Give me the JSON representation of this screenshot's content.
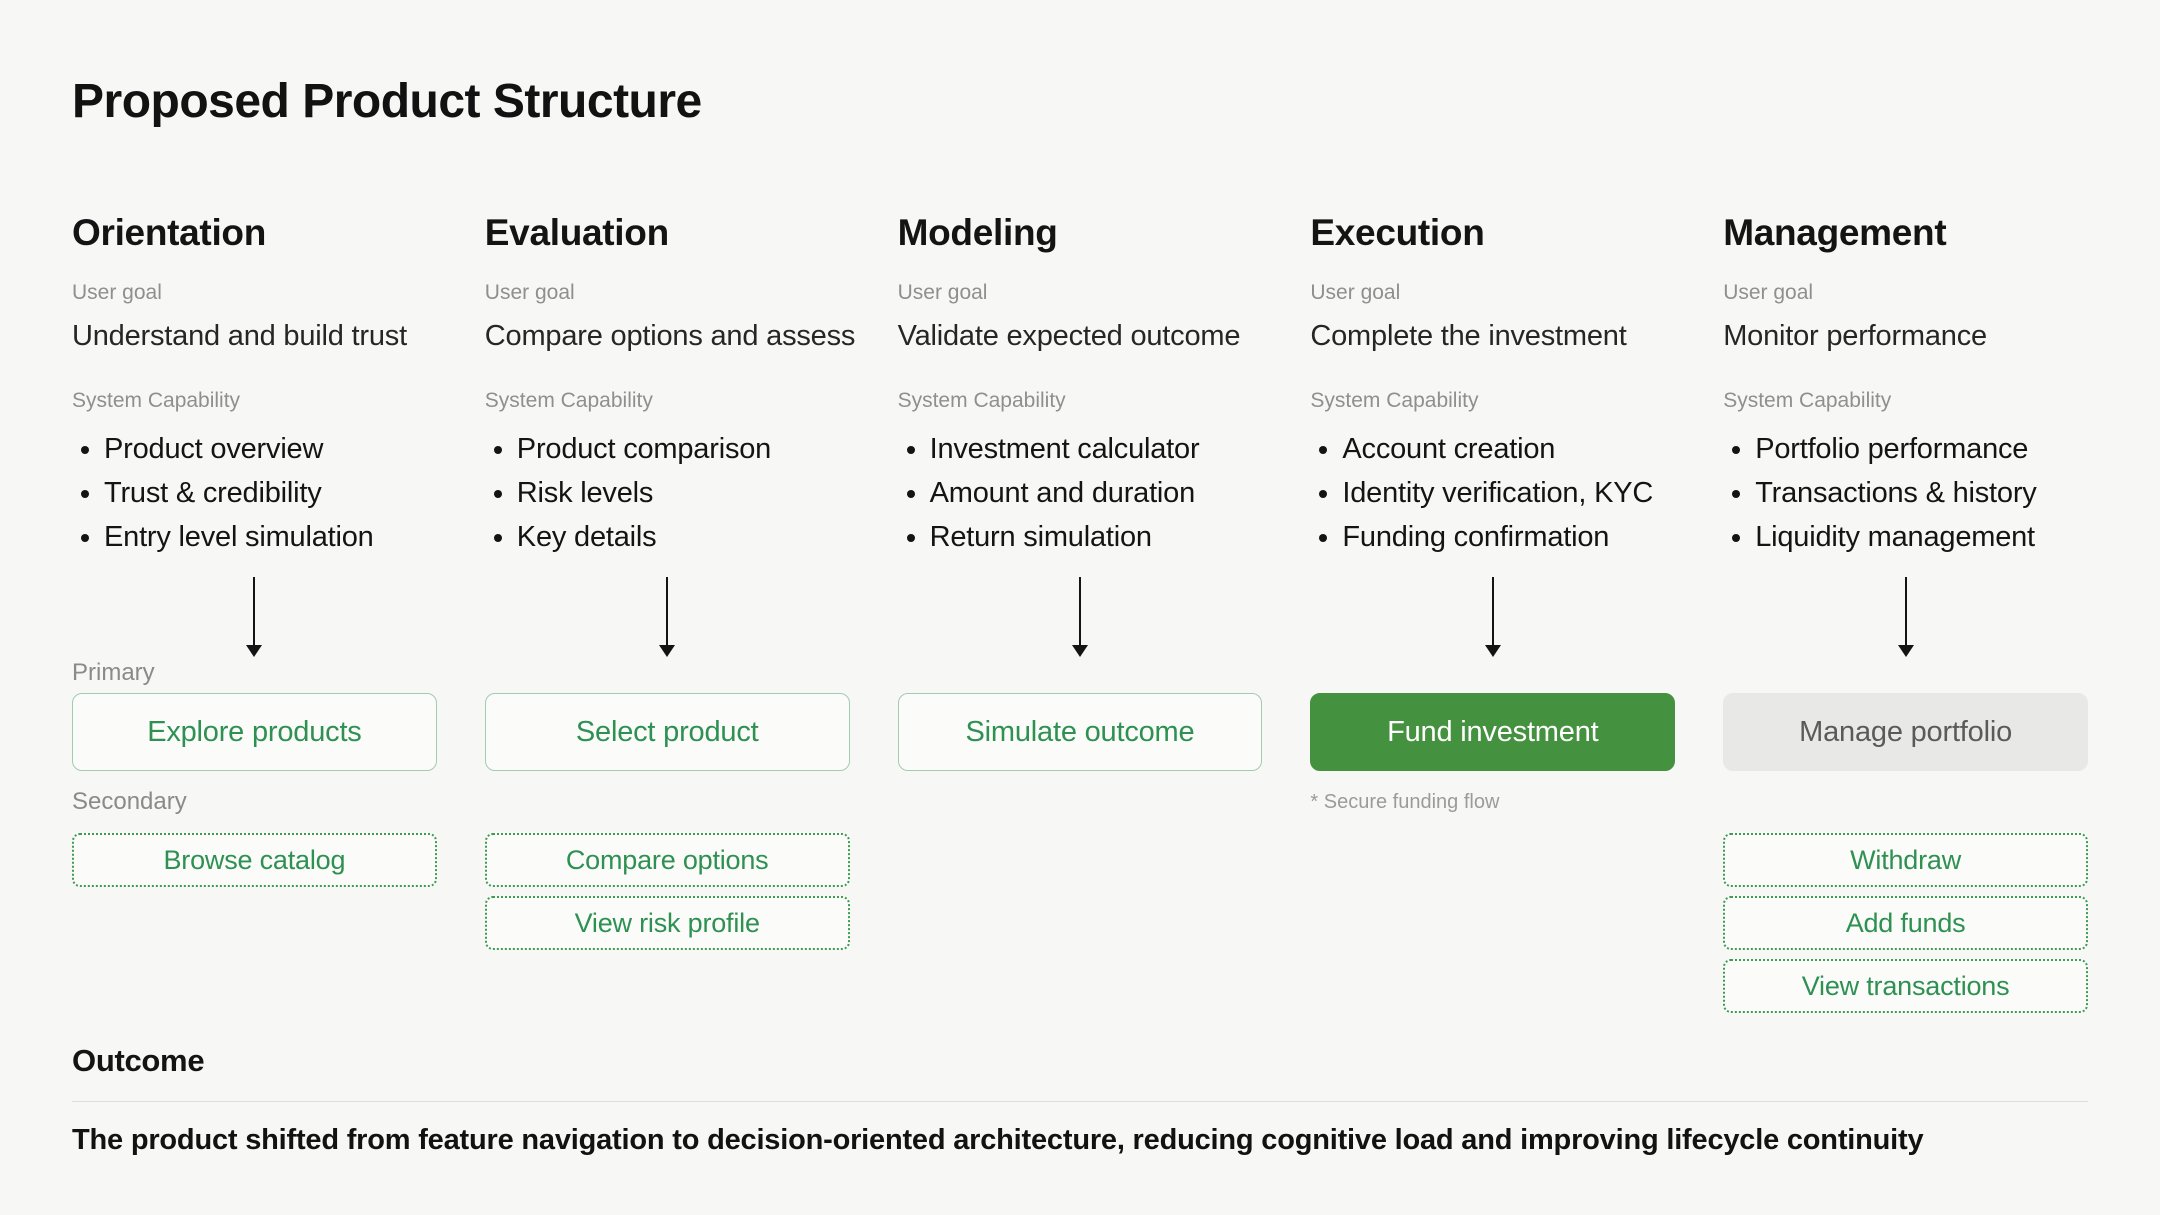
{
  "page": {
    "title": "Proposed Product Structure"
  },
  "colors": {
    "background": "#f7f7f5",
    "accent_green_text": "#2e9152",
    "accent_green_fill": "#44923f",
    "outline_border_green": "#a3cbae",
    "dotted_border_green": "#3c9c52",
    "gray_button_bg": "#e8e8e7",
    "muted_label_gray": "#8f8f8f"
  },
  "labels": {
    "user_goal": "User goal",
    "system_capability": "System Capability",
    "primary": "Primary",
    "secondary": "Secondary"
  },
  "columns": [
    {
      "title": "Orientation",
      "goal": "Understand and build trust",
      "capabilities": [
        "Product overview",
        "Trust & credibility",
        "Entry level simulation"
      ],
      "primary_action": {
        "label": "Explore products",
        "style": "outline"
      },
      "secondary_actions": [
        "Browse catalog"
      ]
    },
    {
      "title": "Evaluation",
      "goal": "Compare options and assess",
      "capabilities": [
        "Product comparison",
        "Risk levels",
        "Key details"
      ],
      "primary_action": {
        "label": "Select product",
        "style": "outline"
      },
      "secondary_actions": [
        "Compare options",
        "View risk profile"
      ]
    },
    {
      "title": "Modeling",
      "goal": "Validate expected outcome",
      "capabilities": [
        "Investment calculator",
        "Amount and duration",
        "Return simulation"
      ],
      "primary_action": {
        "label": "Simulate outcome",
        "style": "outline"
      },
      "secondary_actions": []
    },
    {
      "title": "Execution",
      "goal": "Complete the investment",
      "capabilities": [
        "Account creation",
        "Identity verification, KYC",
        "Funding confirmation"
      ],
      "primary_action": {
        "label": "Fund investment",
        "style": "filled-green"
      },
      "note": "* Secure funding flow",
      "secondary_actions": []
    },
    {
      "title": "Management",
      "goal": "Monitor performance",
      "capabilities": [
        "Portfolio performance",
        "Transactions & history",
        "Liquidity management"
      ],
      "primary_action": {
        "label": "Manage portfolio",
        "style": "filled-gray"
      },
      "secondary_actions": [
        "Withdraw",
        "Add funds",
        "View transactions"
      ]
    }
  ],
  "outcome": {
    "heading": "Outcome",
    "text": "The product shifted from feature navigation to decision-oriented architecture, reducing cognitive load and improving lifecycle continuity"
  }
}
